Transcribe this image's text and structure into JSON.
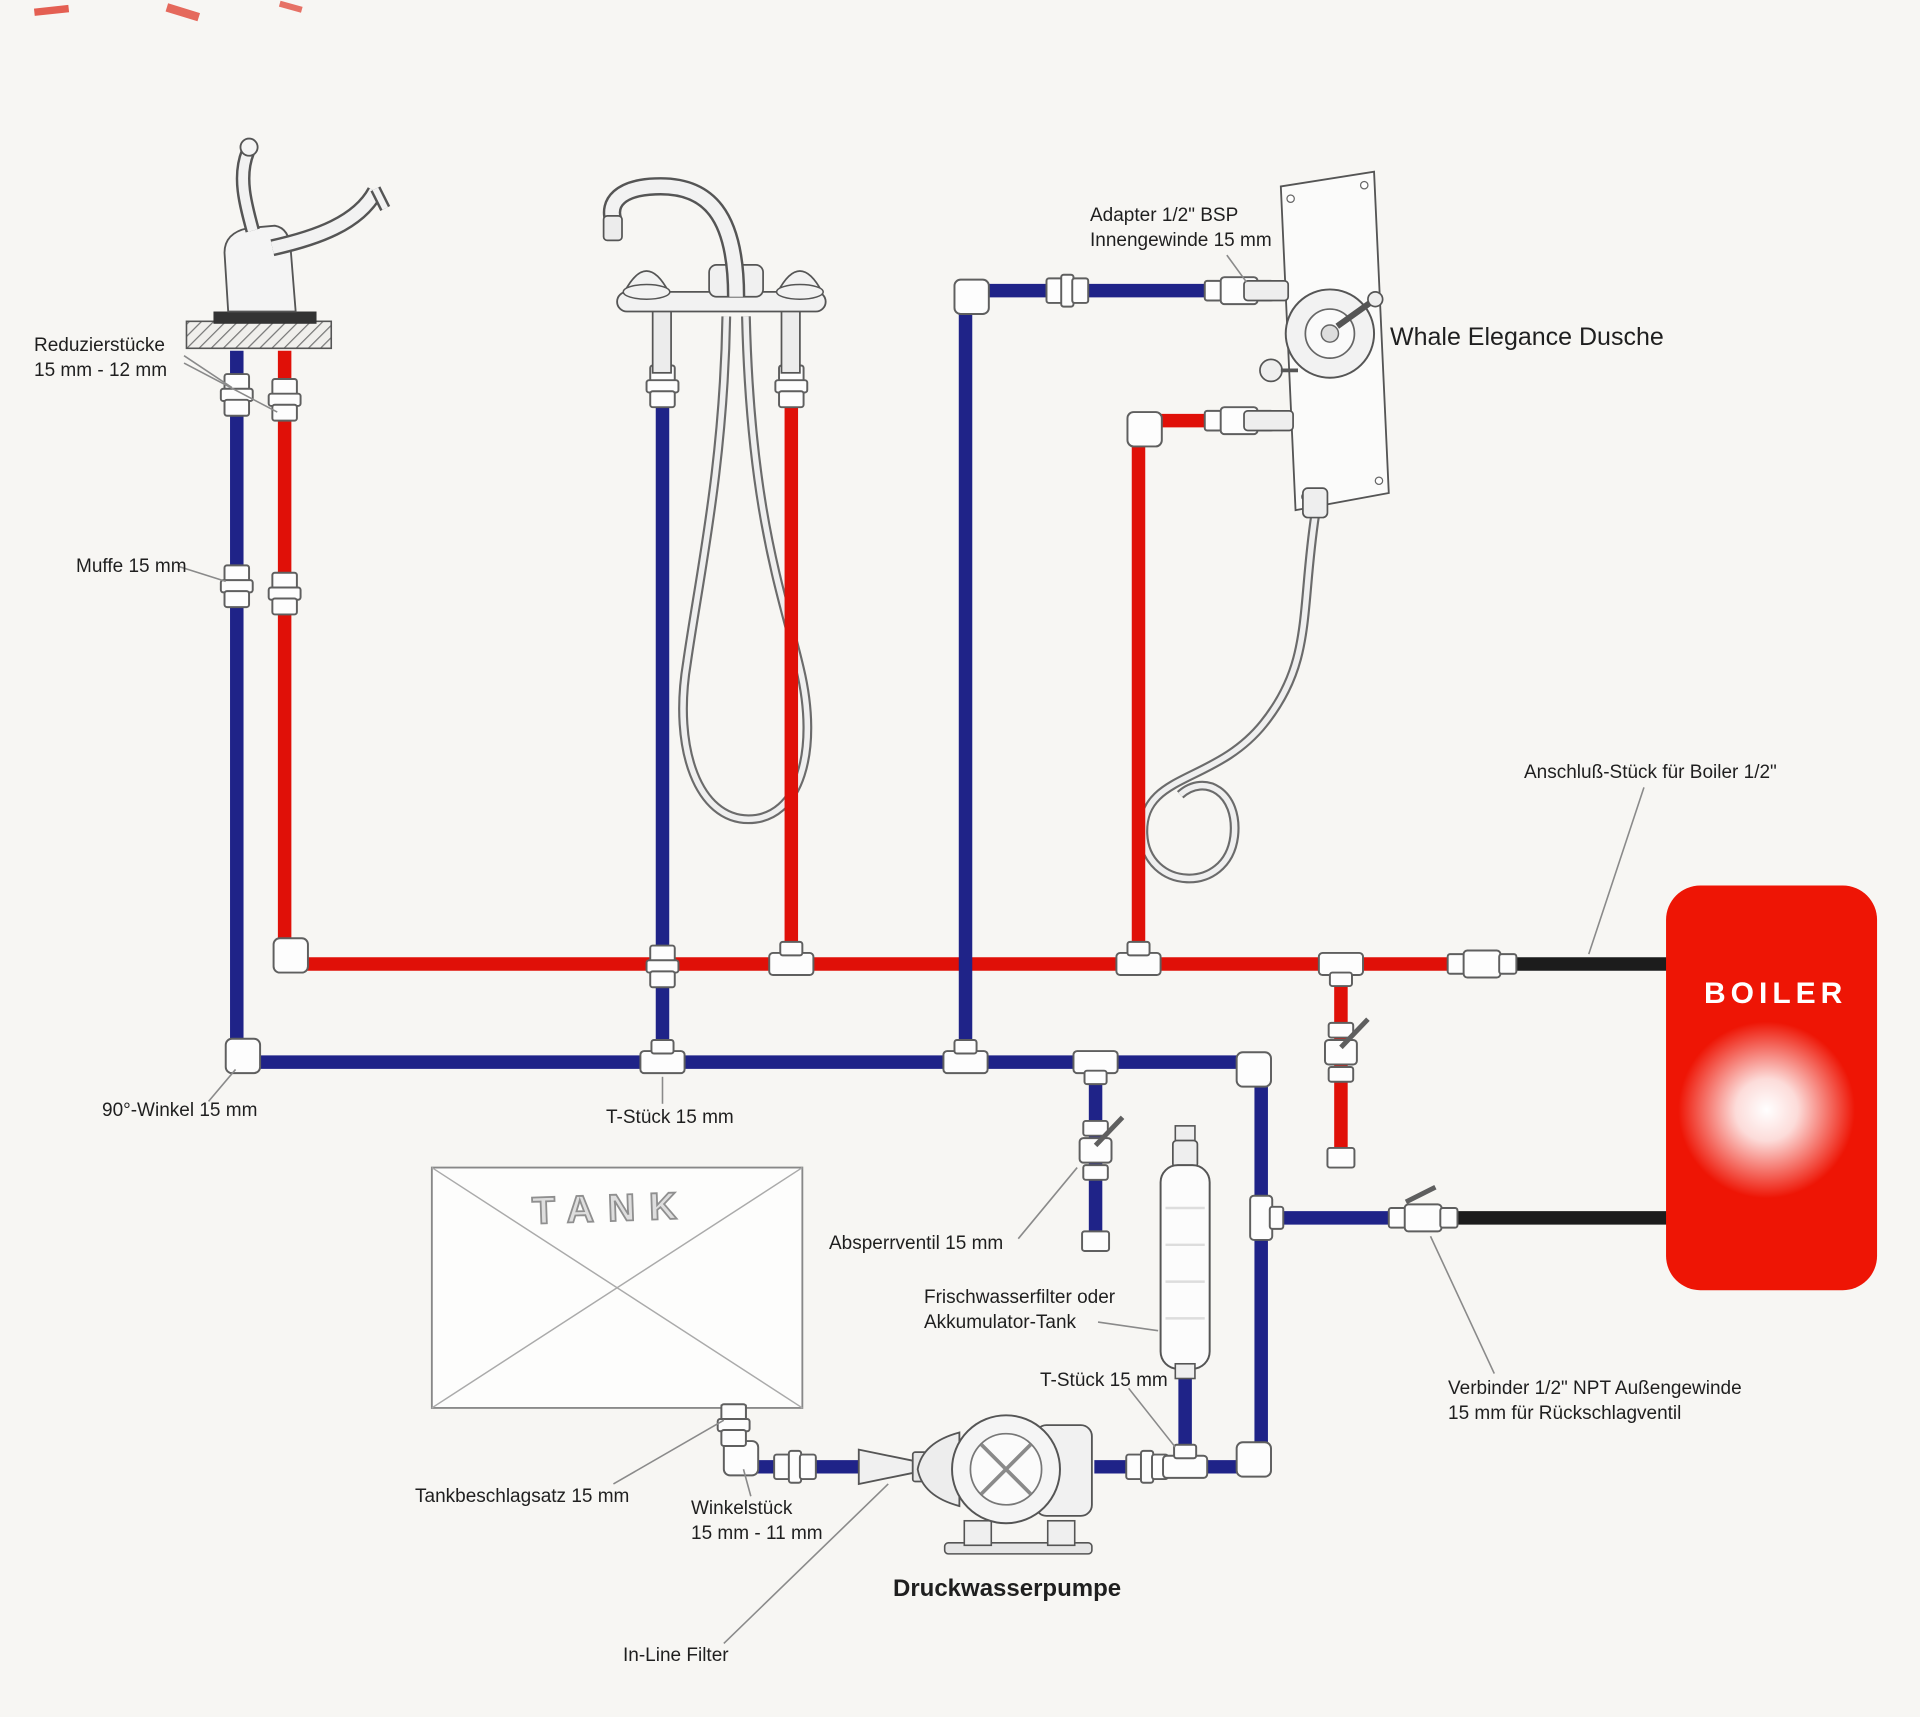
{
  "labels": {
    "reduzierstuecke": "Reduzierstücke\n15 mm - 12 mm",
    "muffe": "Muffe 15 mm",
    "adapter": "Adapter  1/2\" BSP\nInnengewinde 15 mm",
    "dusche": "Whale Elegance Dusche",
    "anschluss": "Anschluß-Stück für Boiler 1/2\"",
    "boiler": "BOILER",
    "winkel90": "90°-Winkel 15 mm",
    "tstueck1": "T-Stück 15 mm",
    "tank": "TANK",
    "absperrventil": "Absperrventil 15 mm",
    "frischwasserfilter": "Frischwasserfilter oder\nAkkumulator-Tank",
    "tstueck2": "T-Stück 15 mm",
    "verbinder": "Verbinder 1/2\" NPT Außengewinde\n15 mm für Rückschlagventil",
    "tankbeschlag": "Tankbeschlagsatz 15 mm",
    "winkelstueck": "Winkelstück\n15 mm - 11 mm",
    "druckwasserpumpe": "Druckwasserpumpe",
    "inline_filter": "In-Line Filter"
  },
  "colors": {
    "hot_pipe": "#e01008",
    "cold_pipe": "#1f2388",
    "black_pipe": "#1c1c1c",
    "boiler_red": "#ee1505"
  }
}
